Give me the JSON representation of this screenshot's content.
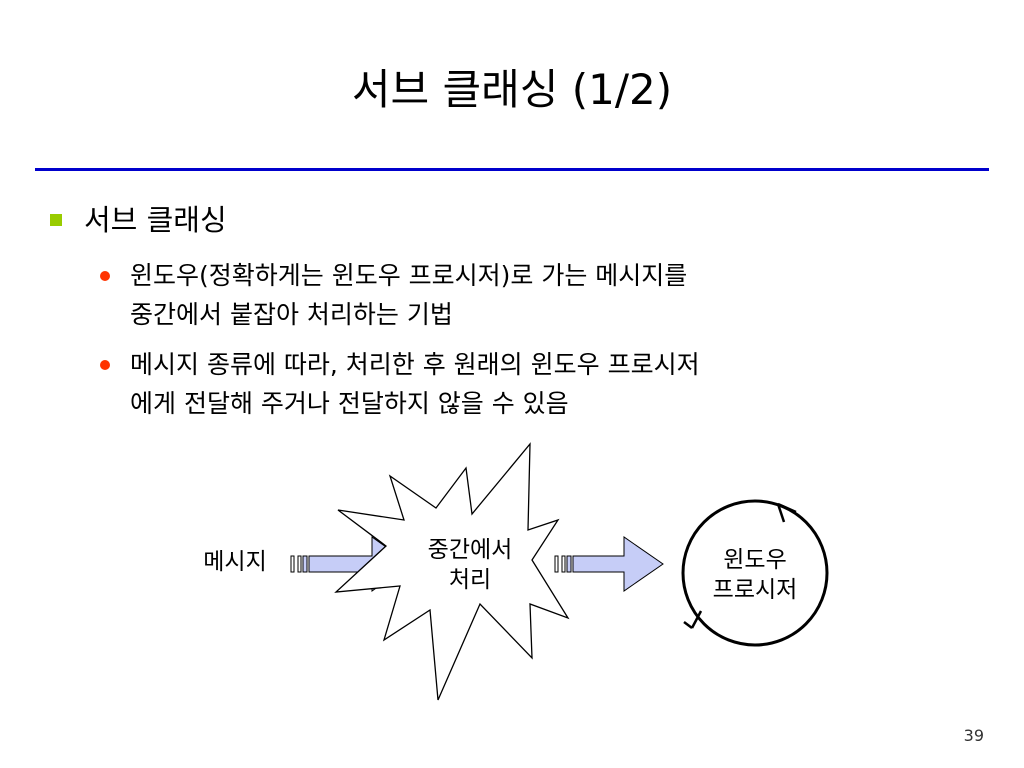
{
  "title": "서브 클래싱 (1/2)",
  "bullet": {
    "text": "서브 클래싱",
    "items": [
      {
        "lines": [
          "윈도우(정확하게는 윈도우 프로시저)로 가는 메시지를",
          "중간에서 붙잡아 처리하는 기법"
        ]
      },
      {
        "lines": [
          "메시지 종류에 따라, 처리한 후 원래의 윈도우 프로시저",
          "에게 전달해 주거나 전달하지 않을 수 있음"
        ]
      }
    ]
  },
  "diagram": {
    "message_label": "메시지",
    "middle_label": [
      "중간에서",
      "처리"
    ],
    "window_proc_label": [
      "윈도우",
      "프로시저"
    ]
  },
  "colors": {
    "title_rule": "#0000cc",
    "bullet_square": "#99cc00",
    "sub_bullet": "#ff3300",
    "arrow_fill": "#c6cdf7"
  },
  "page_number": "39"
}
